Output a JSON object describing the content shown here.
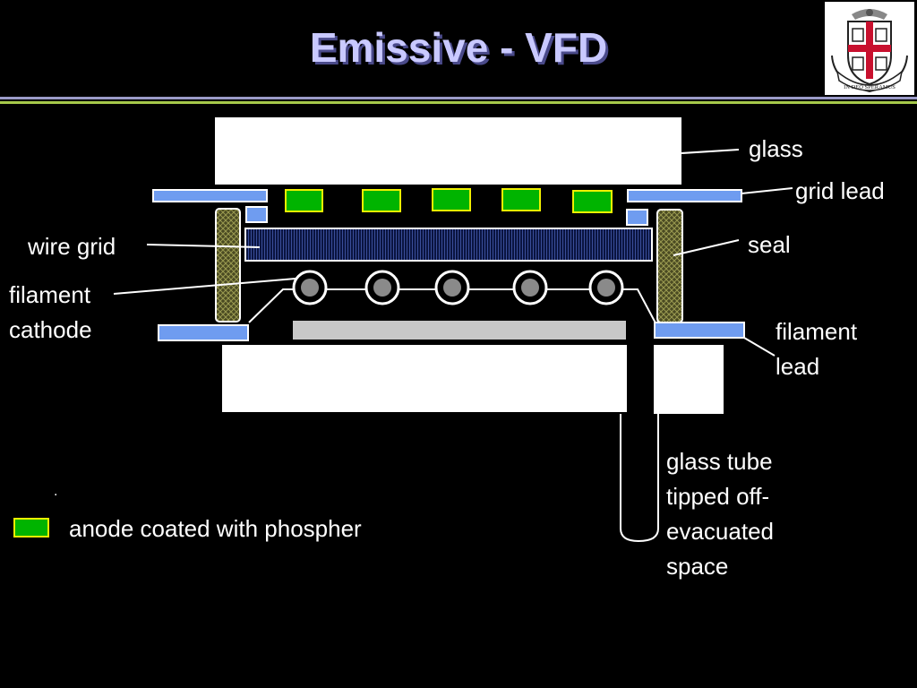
{
  "title": "Emissive - VFD",
  "colors": {
    "background": "#000000",
    "title": "#c9c9ff",
    "lead": "#6f9cf0",
    "anode_fill": "#00b400",
    "anode_border": "#f0f000",
    "seal": "#5a5a2a",
    "cathode": "#8a8a8a",
    "grid": "#1a2a60"
  },
  "crest": {
    "motto": "IN DEO SPERAMUS"
  },
  "labels": {
    "glass": "glass",
    "grid_lead": "grid lead",
    "wire_grid": "wire grid",
    "seal": "seal",
    "filament_cathode": "filament\ncathode",
    "filament_lead": "filament\n  lead",
    "glass_tube": "glass tube\ntipped off-\nevacuated\n   space"
  },
  "legend": {
    "dot": ".",
    "anode_label": "anode coated with phospher"
  }
}
